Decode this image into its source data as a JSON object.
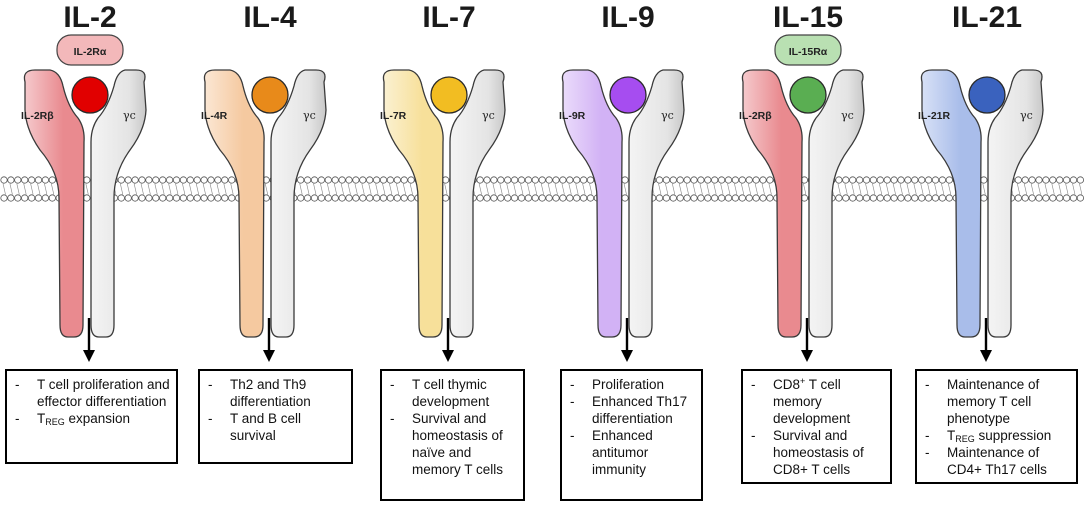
{
  "panels": [
    {
      "title": "IL-2",
      "receptor_label": "IL-2Rβ",
      "receptor_color": "#e98a8f",
      "ligand_color": "#e10000",
      "aux_label": "IL-2Rα",
      "aux_color": "#f3b8ba",
      "gamma_label": "γc",
      "effects": [
        {
          "text": "T cell proliferation and effector differentiation"
        },
        {
          "pre": "T",
          "sub": "REG",
          "post": " expansion"
        }
      ]
    },
    {
      "title": "IL-4",
      "receptor_label": "IL-4R",
      "receptor_color": "#f5c9a0",
      "ligand_color": "#e88a1a",
      "gamma_label": "γc",
      "effects": [
        {
          "text": "Th2 and Th9 differentiation"
        },
        {
          "text": "T and B cell survival"
        }
      ]
    },
    {
      "title": "IL-7",
      "receptor_label": "IL-7R",
      "receptor_color": "#f7e09a",
      "ligand_color": "#f2bd22",
      "gamma_label": "γc",
      "effects": [
        {
          "text": "T cell thymic development"
        },
        {
          "text": "Survival and homeostasis of naïve and memory T cells"
        }
      ]
    },
    {
      "title": "IL-9",
      "receptor_label": "IL-9R",
      "receptor_color": "#d2b2f5",
      "ligand_color": "#a64df0",
      "gamma_label": "γc",
      "effects": [
        {
          "text": "Proliferation"
        },
        {
          "text": "Enhanced Th17 differentiation"
        },
        {
          "text": "Enhanced antitumor immunity"
        }
      ]
    },
    {
      "title": "IL-15",
      "receptor_label": "IL-2Rβ",
      "receptor_color": "#e98a8f",
      "ligand_color": "#5aae52",
      "aux_label": "IL-15Rα",
      "aux_color": "#b9e0b2",
      "gamma_label": "γc",
      "effects": [
        {
          "pre": "CD8",
          "sup": "+",
          "post": " T cell memory development"
        },
        {
          "text": "Survival and homeostasis of CD8+ T cells"
        }
      ]
    },
    {
      "title": "IL-21",
      "receptor_label": "IL-21R",
      "receptor_color": "#a9bdea",
      "ligand_color": "#3a62be",
      "gamma_label": "γc",
      "effects": [
        {
          "text": "Maintenance of memory T cell phenotype"
        },
        {
          "pre": "T",
          "sub": "REG",
          "post": " suppression"
        },
        {
          "text": "Maintenance of CD4+ Th17 cells"
        }
      ]
    }
  ]
}
